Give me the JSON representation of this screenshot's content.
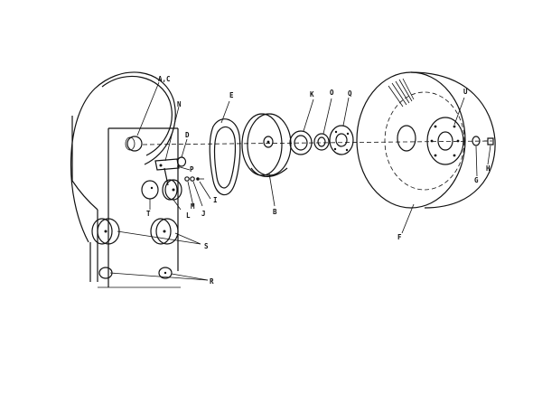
{
  "labels": {
    "ac": "A,C",
    "n": "N",
    "d": "D",
    "e": "E",
    "p": "P",
    "k": "K",
    "o": "O",
    "q": "Q",
    "u": "U",
    "b": "B",
    "t": "T",
    "l": "L",
    "m": "M",
    "j": "J",
    "i": "I",
    "s": "S",
    "r": "R",
    "f": "F",
    "g": "G",
    "h": "H"
  }
}
